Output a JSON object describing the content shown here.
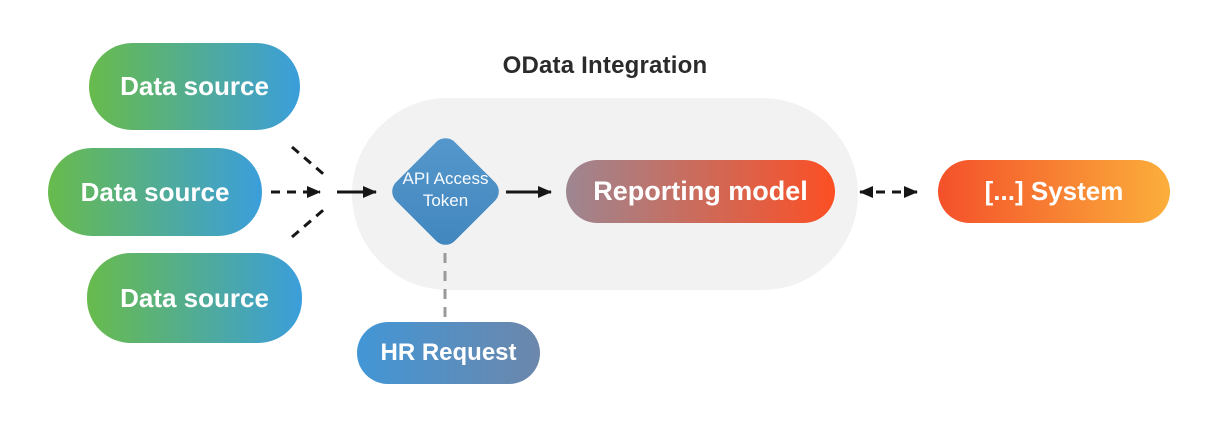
{
  "title": "OData Integration",
  "nodes": {
    "data_sources": [
      {
        "label": "Data source"
      },
      {
        "label": "Data source"
      },
      {
        "label": "Data source"
      }
    ],
    "api_token": {
      "label_line1": "API Access",
      "label_line2": "Token"
    },
    "reporting_model": {
      "label": "Reporting model"
    },
    "external_system": {
      "label": "[...] System"
    },
    "hr_request": {
      "label": "HR Request"
    }
  },
  "colors": {
    "data_source": [
      "#68bb4c",
      "#3b9edb"
    ],
    "api_token": [
      "#5598cd",
      "#4186be"
    ],
    "reporting_model": [
      "#9d8691",
      "#fc4f24"
    ],
    "external_system": [
      "#f4502a",
      "#fbaf3b"
    ],
    "hr_request": [
      "#4296d6",
      "#6c87ab"
    ],
    "container_bg": "#f2f2f2",
    "arrow": "#161616",
    "dashed_connector_gray": "#9a9a9a",
    "title_text": "#2b2b2b"
  },
  "edges": [
    {
      "from": "data-source-1",
      "to": "merge-point",
      "style": "dashed"
    },
    {
      "from": "data-source-2",
      "to": "merge-point",
      "style": "dashed-arrow"
    },
    {
      "from": "data-source-3",
      "to": "merge-point",
      "style": "dashed"
    },
    {
      "from": "merge-point",
      "to": "api-access-token",
      "style": "solid-arrow"
    },
    {
      "from": "api-access-token",
      "to": "reporting-model",
      "style": "solid-arrow"
    },
    {
      "from": "reporting-model",
      "to": "external-system",
      "style": "dashed-double-arrow"
    },
    {
      "from": "api-access-token",
      "to": "hr-request",
      "style": "dashed-gray"
    }
  ]
}
